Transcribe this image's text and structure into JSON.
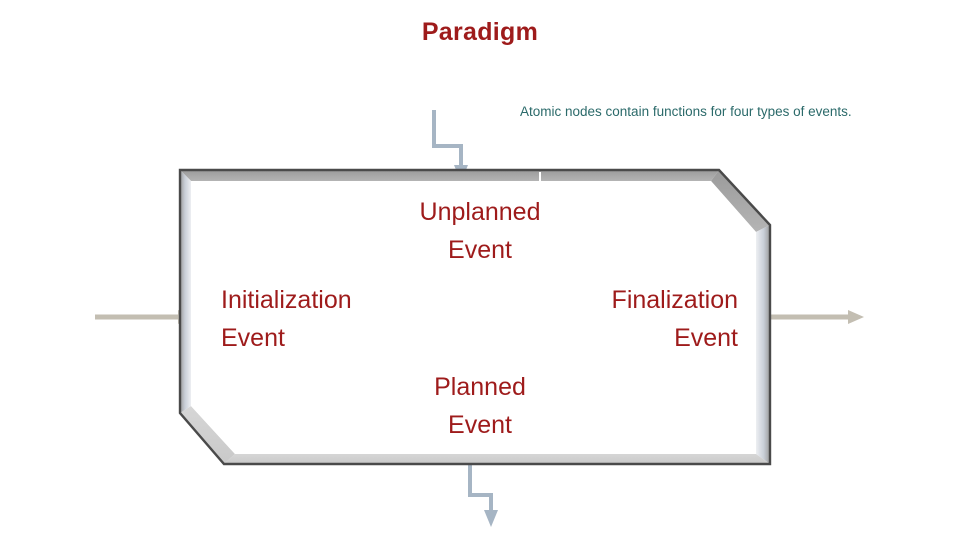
{
  "slide": {
    "title": "Paradigm",
    "background_color": "#ffffff"
  },
  "annotation": {
    "text": "Atomic nodes contain functions for four types of events.",
    "color": "#2B6A6A"
  },
  "diagram": {
    "shape": "atomic-node-hexagon",
    "fill_color": "#ffffff",
    "border_color": "#BFBFBF",
    "outline_color": "#4A4A4A",
    "accent_color": "#9E1B1B",
    "labels": {
      "unplanned_event": "Unplanned\nEvent",
      "initialization_event": "Initialization\nEvent",
      "finalization_event": "Finalization\nEvent",
      "planned_event": "Planned\nEvent"
    },
    "connectors": [
      {
        "name": "top-input-arrow",
        "direction": "down",
        "style": "elbow",
        "color": "#A6B5C4"
      },
      {
        "name": "bottom-output-arrow",
        "direction": "down",
        "style": "elbow",
        "color": "#A6B5C4"
      },
      {
        "name": "left-input-arrow",
        "direction": "right",
        "style": "straight",
        "color": "#C3BEB2"
      },
      {
        "name": "right-output-arrow",
        "direction": "right",
        "style": "straight",
        "color": "#C3BEB2"
      }
    ]
  }
}
